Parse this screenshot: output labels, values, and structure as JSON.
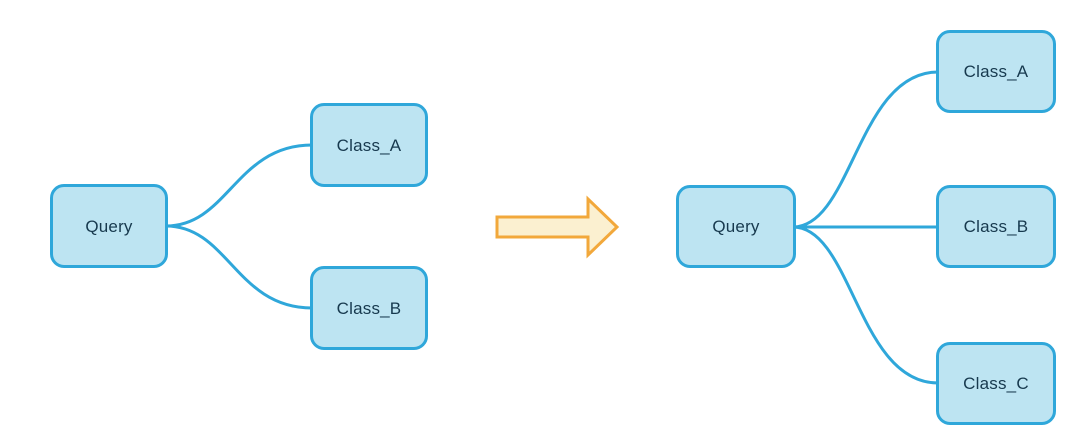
{
  "left_tree": {
    "root_label": "Query",
    "children": [
      {
        "label": "Class_A"
      },
      {
        "label": "Class_B"
      }
    ]
  },
  "right_tree": {
    "root_label": "Query",
    "children": [
      {
        "label": "Class_A"
      },
      {
        "label": "Class_B"
      },
      {
        "label": "Class_C"
      }
    ]
  },
  "colors": {
    "node_fill": "#BDE4F2",
    "node_border": "#2FA7DA",
    "node_text": "#17394E",
    "connector": "#2FA7DA",
    "arrow_fill": "#FBF0D0",
    "arrow_border": "#F2A83B",
    "canvas_bg": "#FFFFFF"
  }
}
